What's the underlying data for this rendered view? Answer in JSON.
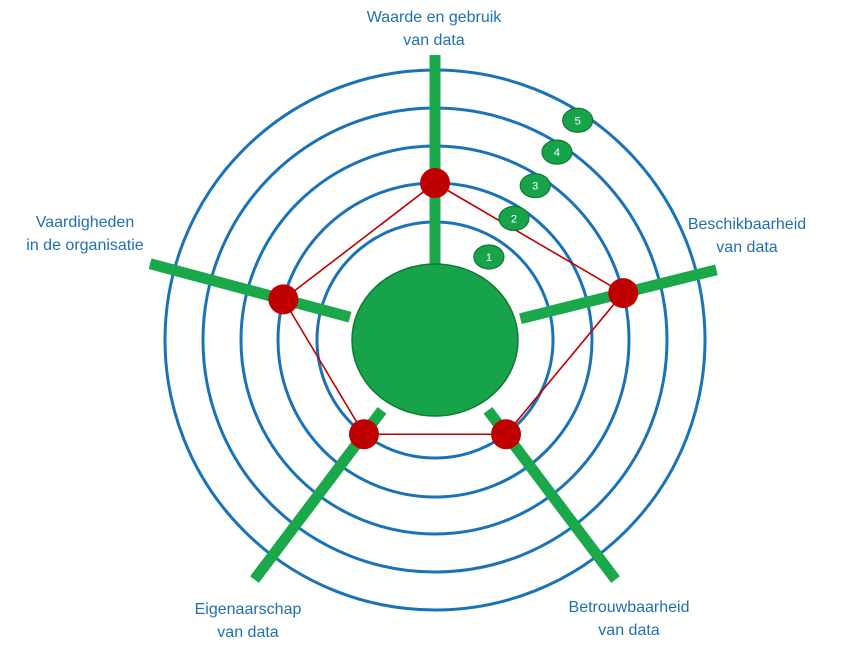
{
  "colors": {
    "ring": "#1a73b7",
    "axis": "#1aa84a",
    "hub": "#17a34a",
    "hub_stroke": "#0e7a33",
    "marker": "#c00000",
    "polygon": "#c00000",
    "text": "#1f6fb5"
  },
  "axes": [
    {
      "id": "waarde",
      "lines": [
        "Waarde en gebruik",
        "van data"
      ],
      "score": 2
    },
    {
      "id": "beschikbaarheid",
      "lines": [
        "Beschikbaarheid",
        "van data"
      ],
      "score": 3
    },
    {
      "id": "betrouwbaarheid",
      "lines": [
        "Betrouwbaarheid",
        "van data"
      ],
      "score": 1
    },
    {
      "id": "eigenaarschap",
      "lines": [
        "Eigenaarschap",
        "van data"
      ],
      "score": 1
    },
    {
      "id": "vaardigheden",
      "lines": [
        "Vaardigheden",
        "in de organisatie"
      ],
      "score": 2
    }
  ],
  "ring_labels": [
    "1",
    "2",
    "3",
    "4",
    "5"
  ]
}
